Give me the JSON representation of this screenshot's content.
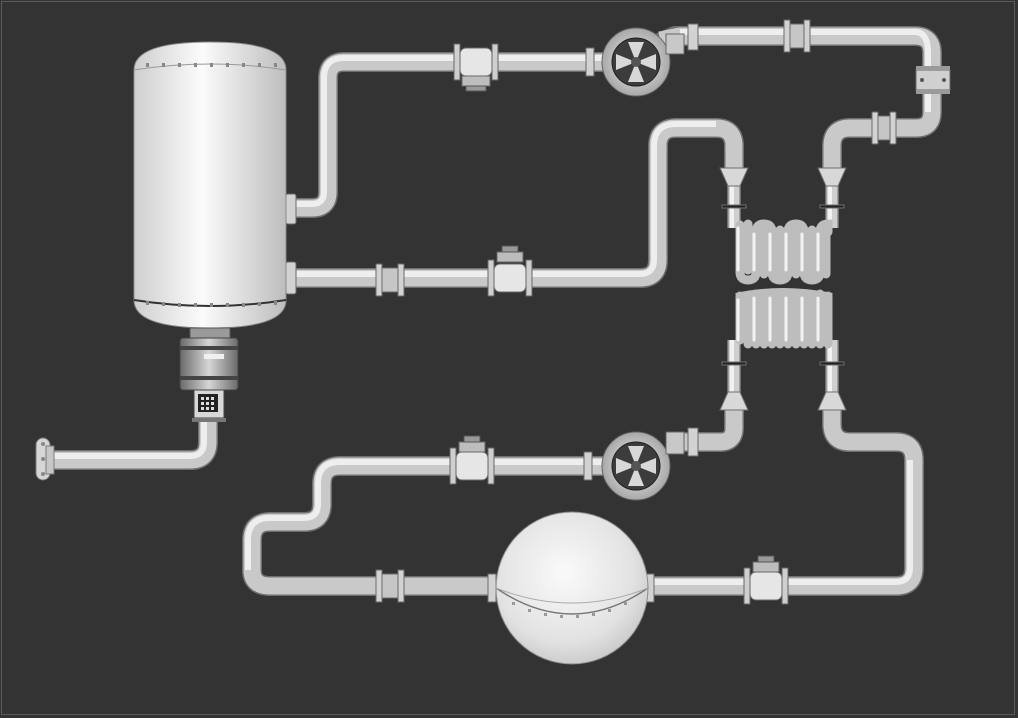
{
  "diagram": {
    "background": "#333333",
    "pipe_color": "#c9c9c9",
    "equipment": [
      {
        "name": "vertical-storage-tank",
        "icon": "cylinder-tank-icon"
      },
      {
        "name": "spherical-tank",
        "icon": "sphere-tank-icon"
      },
      {
        "name": "upper-turbine-pump",
        "icon": "fan-pump-icon"
      },
      {
        "name": "lower-turbine-pump",
        "icon": "fan-pump-icon"
      },
      {
        "name": "heat-exchanger-upper-coil",
        "icon": "coil-icon"
      },
      {
        "name": "heat-exchanger-lower-coil",
        "icon": "coil-icon"
      },
      {
        "name": "inline-motor",
        "icon": "motor-icon"
      },
      {
        "name": "inlet-flange",
        "icon": "flange-icon"
      }
    ],
    "valves": [
      {
        "name": "top-gate-valve",
        "icon": "gate-valve-icon"
      },
      {
        "name": "middle-check-valve",
        "icon": "check-valve-icon"
      },
      {
        "name": "lower-gate-valve",
        "icon": "gate-valve-icon"
      },
      {
        "name": "bottom-right-check-valve",
        "icon": "check-valve-icon"
      }
    ]
  }
}
